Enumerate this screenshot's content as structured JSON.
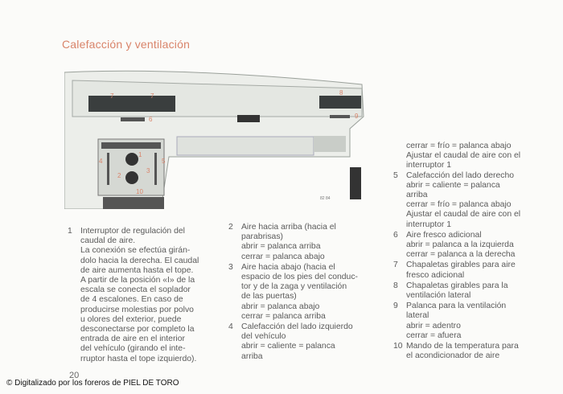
{
  "title": "Calefacción y ventilación",
  "diagram": {
    "code": "82 84",
    "callouts": [
      "1",
      "2",
      "3",
      "4",
      "5",
      "6",
      "7",
      "7",
      "8",
      "9",
      "10"
    ]
  },
  "continuation_lines": [
    "cerrar = frío = palanca abajo",
    "Ajustar el caudal de aire con el",
    "interruptor 1"
  ],
  "items": [
    {
      "num": "1",
      "lines": [
        "Interruptor de regulación del",
        "caudal de aire.",
        "La conexión se efectúa girán-",
        "dolo hacia la derecha. El caudal",
        "de aire aumenta hasta el tope.",
        "A partir de la posición «I» de la",
        "escala se conecta el soplador",
        "de 4 escalones. En caso de",
        "producirse molestias por polvo",
        "u olores del exterior, puede",
        "desconectarse por completo la",
        "entrada de aire en el interior",
        "del vehículo (girando el inte-",
        "rruptor hasta el tope izquierdo)."
      ]
    },
    {
      "num": "2",
      "lines": [
        "Aire hacia arriba (hacia el",
        "parabrisas)",
        "abrir = palanca arriba",
        "cerrar = palanca abajo"
      ]
    },
    {
      "num": "3",
      "lines": [
        "Aire hacia abajo (hacia el",
        "espacio de los pies del conduc-",
        "tor y de la zaga y ventilación",
        "de las puertas)",
        "abrir = palanca abajo",
        "cerrar = palanca arriba"
      ]
    },
    {
      "num": "4",
      "lines": [
        "Calefacción del lado izquierdo",
        "del vehículo",
        "abrir = caliente = palanca",
        "arriba"
      ]
    },
    {
      "num": "5",
      "lines": [
        "Calefacción del lado derecho",
        "abrir = caliente = palanca",
        "arriba",
        "cerrar = frío = palanca abajo",
        "Ajustar el caudal de aire con el",
        "interruptor 1"
      ]
    },
    {
      "num": "6",
      "lines": [
        "Aire fresco adicional",
        "abrir = palanca a la izquierda",
        "cerrar = palanca a la derecha"
      ]
    },
    {
      "num": "7",
      "lines": [
        "Chapaletas girables para aire",
        "fresco adicional"
      ]
    },
    {
      "num": "8",
      "lines": [
        "Chapaletas girables para la",
        "ventilación lateral"
      ]
    },
    {
      "num": "9",
      "lines": [
        "Palanca para la ventilación",
        "lateral",
        "abrir = adentro",
        "cerrar = afuera"
      ]
    },
    {
      "num": "10",
      "lines": [
        "Mando de la temperatura para",
        "el acondicionador de aire"
      ]
    }
  ],
  "page_number": "20",
  "credit": "© Digitalizado por los foreros de PIEL DE TORO",
  "colors": {
    "accent": "#d9846a",
    "text": "#5a5a5a"
  }
}
